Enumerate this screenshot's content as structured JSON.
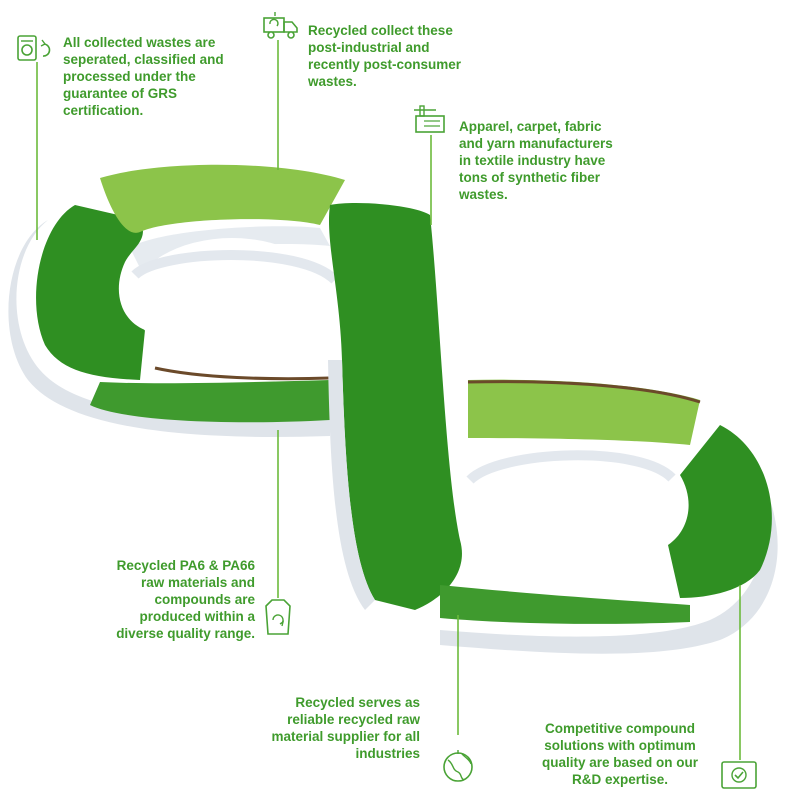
{
  "colors": {
    "dark_green": "#2f8f22",
    "mid_green": "#3f9a2e",
    "light_green": "#8cc44a",
    "text_green": "#3f9b2c",
    "leader_green": "#6cba3c",
    "side_shadow": "#dde3ea"
  },
  "steps": [
    {
      "text": "All collected wastes are\nseperated, classified and\nprocessed under the\nguarantee of GRS\ncertification.",
      "icon": "washing-machine-icon"
    },
    {
      "text": "Recycled collect these\npost-industrial and\nrecently post-consumer\nwastes.",
      "icon": "recycling-truck-icon"
    },
    {
      "text": "Apparel, carpet, fabric\nand yarn manufacturers\nin textile industry have\ntons of synthetic fiber\nwastes.",
      "icon": "factory-icon"
    },
    {
      "text": "Recycled PA6 & PA66\nraw materials and\ncompounds are\nproduced within a\ndiverse quality range.",
      "icon": "recycle-bag-icon"
    },
    {
      "text": "Recycled serves as\nreliable recycled raw\nmaterial supplier for all\nindustries",
      "icon": "globe-icon"
    },
    {
      "text": "Competitive compound\nsolutions with optimum\nquality are based on our\nR&D expertise.",
      "icon": "quality-box-icon"
    }
  ]
}
